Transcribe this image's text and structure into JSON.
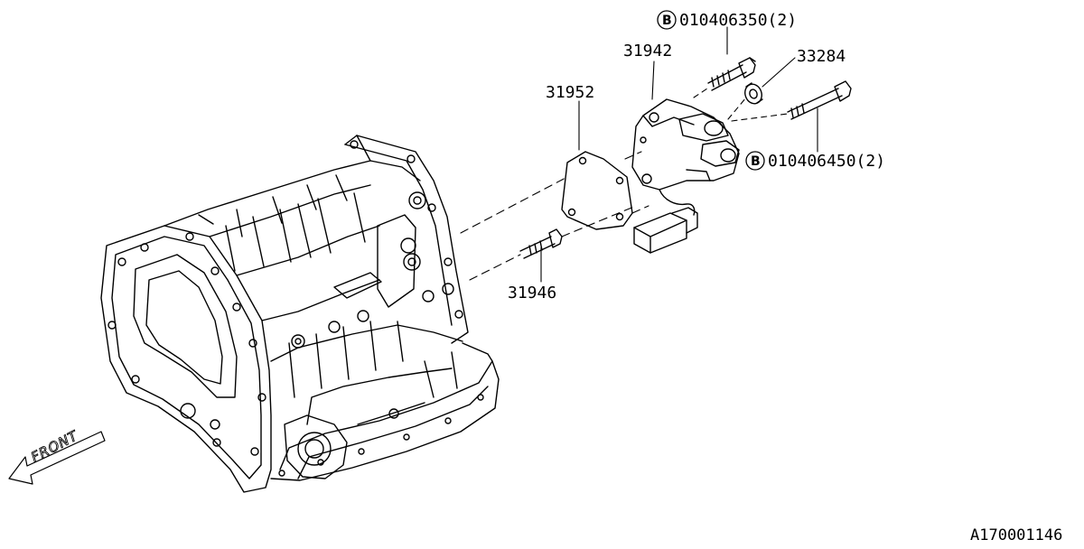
{
  "diagram": {
    "figure_id": "A170001146",
    "front_label": "FRONT",
    "callouts": [
      {
        "id": "bolt_upper",
        "prefix": "B",
        "part": "010406350(2)"
      },
      {
        "id": "bracket",
        "part": "31942"
      },
      {
        "id": "seal",
        "part": "33284"
      },
      {
        "id": "gasket",
        "part": "31952"
      },
      {
        "id": "bolt_lower",
        "prefix": "B",
        "part": "010406450(2)"
      },
      {
        "id": "stud",
        "part": "31946"
      }
    ]
  }
}
